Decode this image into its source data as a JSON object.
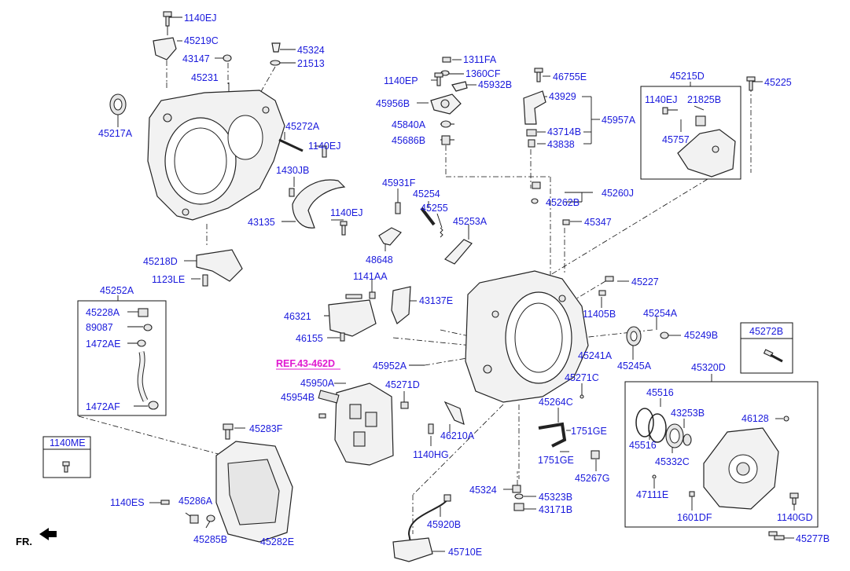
{
  "labels": {
    "p1140EJ_a": "1140EJ",
    "p45219C": "45219C",
    "p43147": "43147",
    "p45324_a": "45324",
    "p21513": "21513",
    "p45231": "45231",
    "p45217A": "45217A",
    "p45272A": "45272A",
    "p1140EJ_b": "1140EJ",
    "p1430JB": "1430JB",
    "p43135": "43135",
    "p1140EJ_c": "1140EJ",
    "p45218D": "45218D",
    "p1123LE": "1123LE",
    "p45252A": "45252A",
    "p45228A": "45228A",
    "p89087": "89087",
    "p1472AE": "1472AE",
    "p1472AF": "1472AF",
    "p1311FA": "1311FA",
    "p1360CF": "1360CF",
    "p1140EP": "1140EP",
    "p45932B": "45932B",
    "p45956B": "45956B",
    "p45840A": "45840A",
    "p45686B": "45686B",
    "p46755E": "46755E",
    "p43929": "43929",
    "p45957A": "45957A",
    "p43714B": "43714B",
    "p43838": "43838",
    "p45215D": "45215D",
    "p45225": "45225",
    "p1140EJ_d": "1140EJ",
    "p21825B": "21825B",
    "p45757": "45757",
    "p45931F": "45931F",
    "p45254": "45254",
    "p45255": "45255",
    "p45253A": "45253A",
    "p48648": "48648",
    "p45260J": "45260J",
    "p45262B": "45262B",
    "p45347": "45347",
    "p1141AA": "1141AA",
    "p43137E": "43137E",
    "p46321": "46321",
    "p46155": "46155",
    "p45227": "45227",
    "p11405B": "11405B",
    "p45254A": "45254A",
    "p45249B": "45249B",
    "p45241A": "45241A",
    "p45245A": "45245A",
    "p45952A": "45952A",
    "p45950A": "45950A",
    "p45954B": "45954B",
    "p45271D": "45271D",
    "p45271C": "45271C",
    "p45264C": "45264C",
    "p46210A": "46210A",
    "p1140HG": "1140HG",
    "p1751GE_a": "1751GE",
    "p1751GE_b": "1751GE",
    "p45267G": "45267G",
    "p45283F": "45283F",
    "p1140ES": "1140ES",
    "p45286A": "45286A",
    "p45285B": "45285B",
    "p45282E": "45282E",
    "p45324_b": "45324",
    "p45323B": "45323B",
    "p43171B": "43171B",
    "p45920B": "45920B",
    "p45710E": "45710E",
    "p45320D": "45320D",
    "p45516_a": "45516",
    "p43253B": "43253B",
    "p46128": "46128",
    "p45516_b": "45516",
    "p45332C": "45332C",
    "p47111E": "47111E",
    "p1601DF": "1601DF",
    "p1140GD": "1140GD",
    "p45277B": "45277B",
    "p45272B_box": "45272B",
    "p1140ME_box": "1140ME"
  },
  "reference": "REF.43-462D",
  "orientation": "FR.",
  "colors": {
    "label": "#1a1adc",
    "reference": "#e01ad0",
    "linework": "#111111"
  }
}
